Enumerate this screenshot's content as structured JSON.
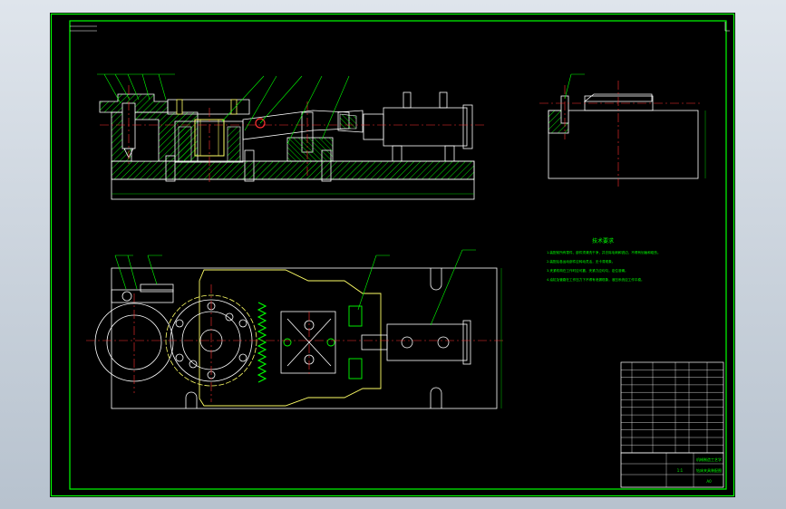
{
  "colors": {
    "background": "#000000",
    "border": "#00ff00",
    "outline": "#ffffff",
    "hatch": "#00ff00",
    "center_line": "#ff0000",
    "hidden_parts": "#ffff66",
    "highlight_parts": "#00ff00",
    "leader": "#00ff00",
    "title_block": "#ffffff"
  },
  "views": {
    "front": "front-view",
    "side": "side-view",
    "top": "top-view"
  },
  "labels": {
    "tech_title": "技术要求",
    "tech_lines": [
      "1.装配前所有零件、部件须清洗干净，并去除毛刺和锐边，不得有划痕和碰伤。",
      "2.装配后各运动部件应转动灵活，无卡滞现象。",
      "3.夹紧机构在工作时应可靠，夹紧力应均匀，定位准确。",
      "4.油缸及管路在工作压力下不得有泄漏现象，液压系统应工作平稳。"
    ],
    "drawing_name": "钻床夹具装配图",
    "school": "机械制造工艺学",
    "scale": "1:1",
    "sheet": "A0"
  }
}
